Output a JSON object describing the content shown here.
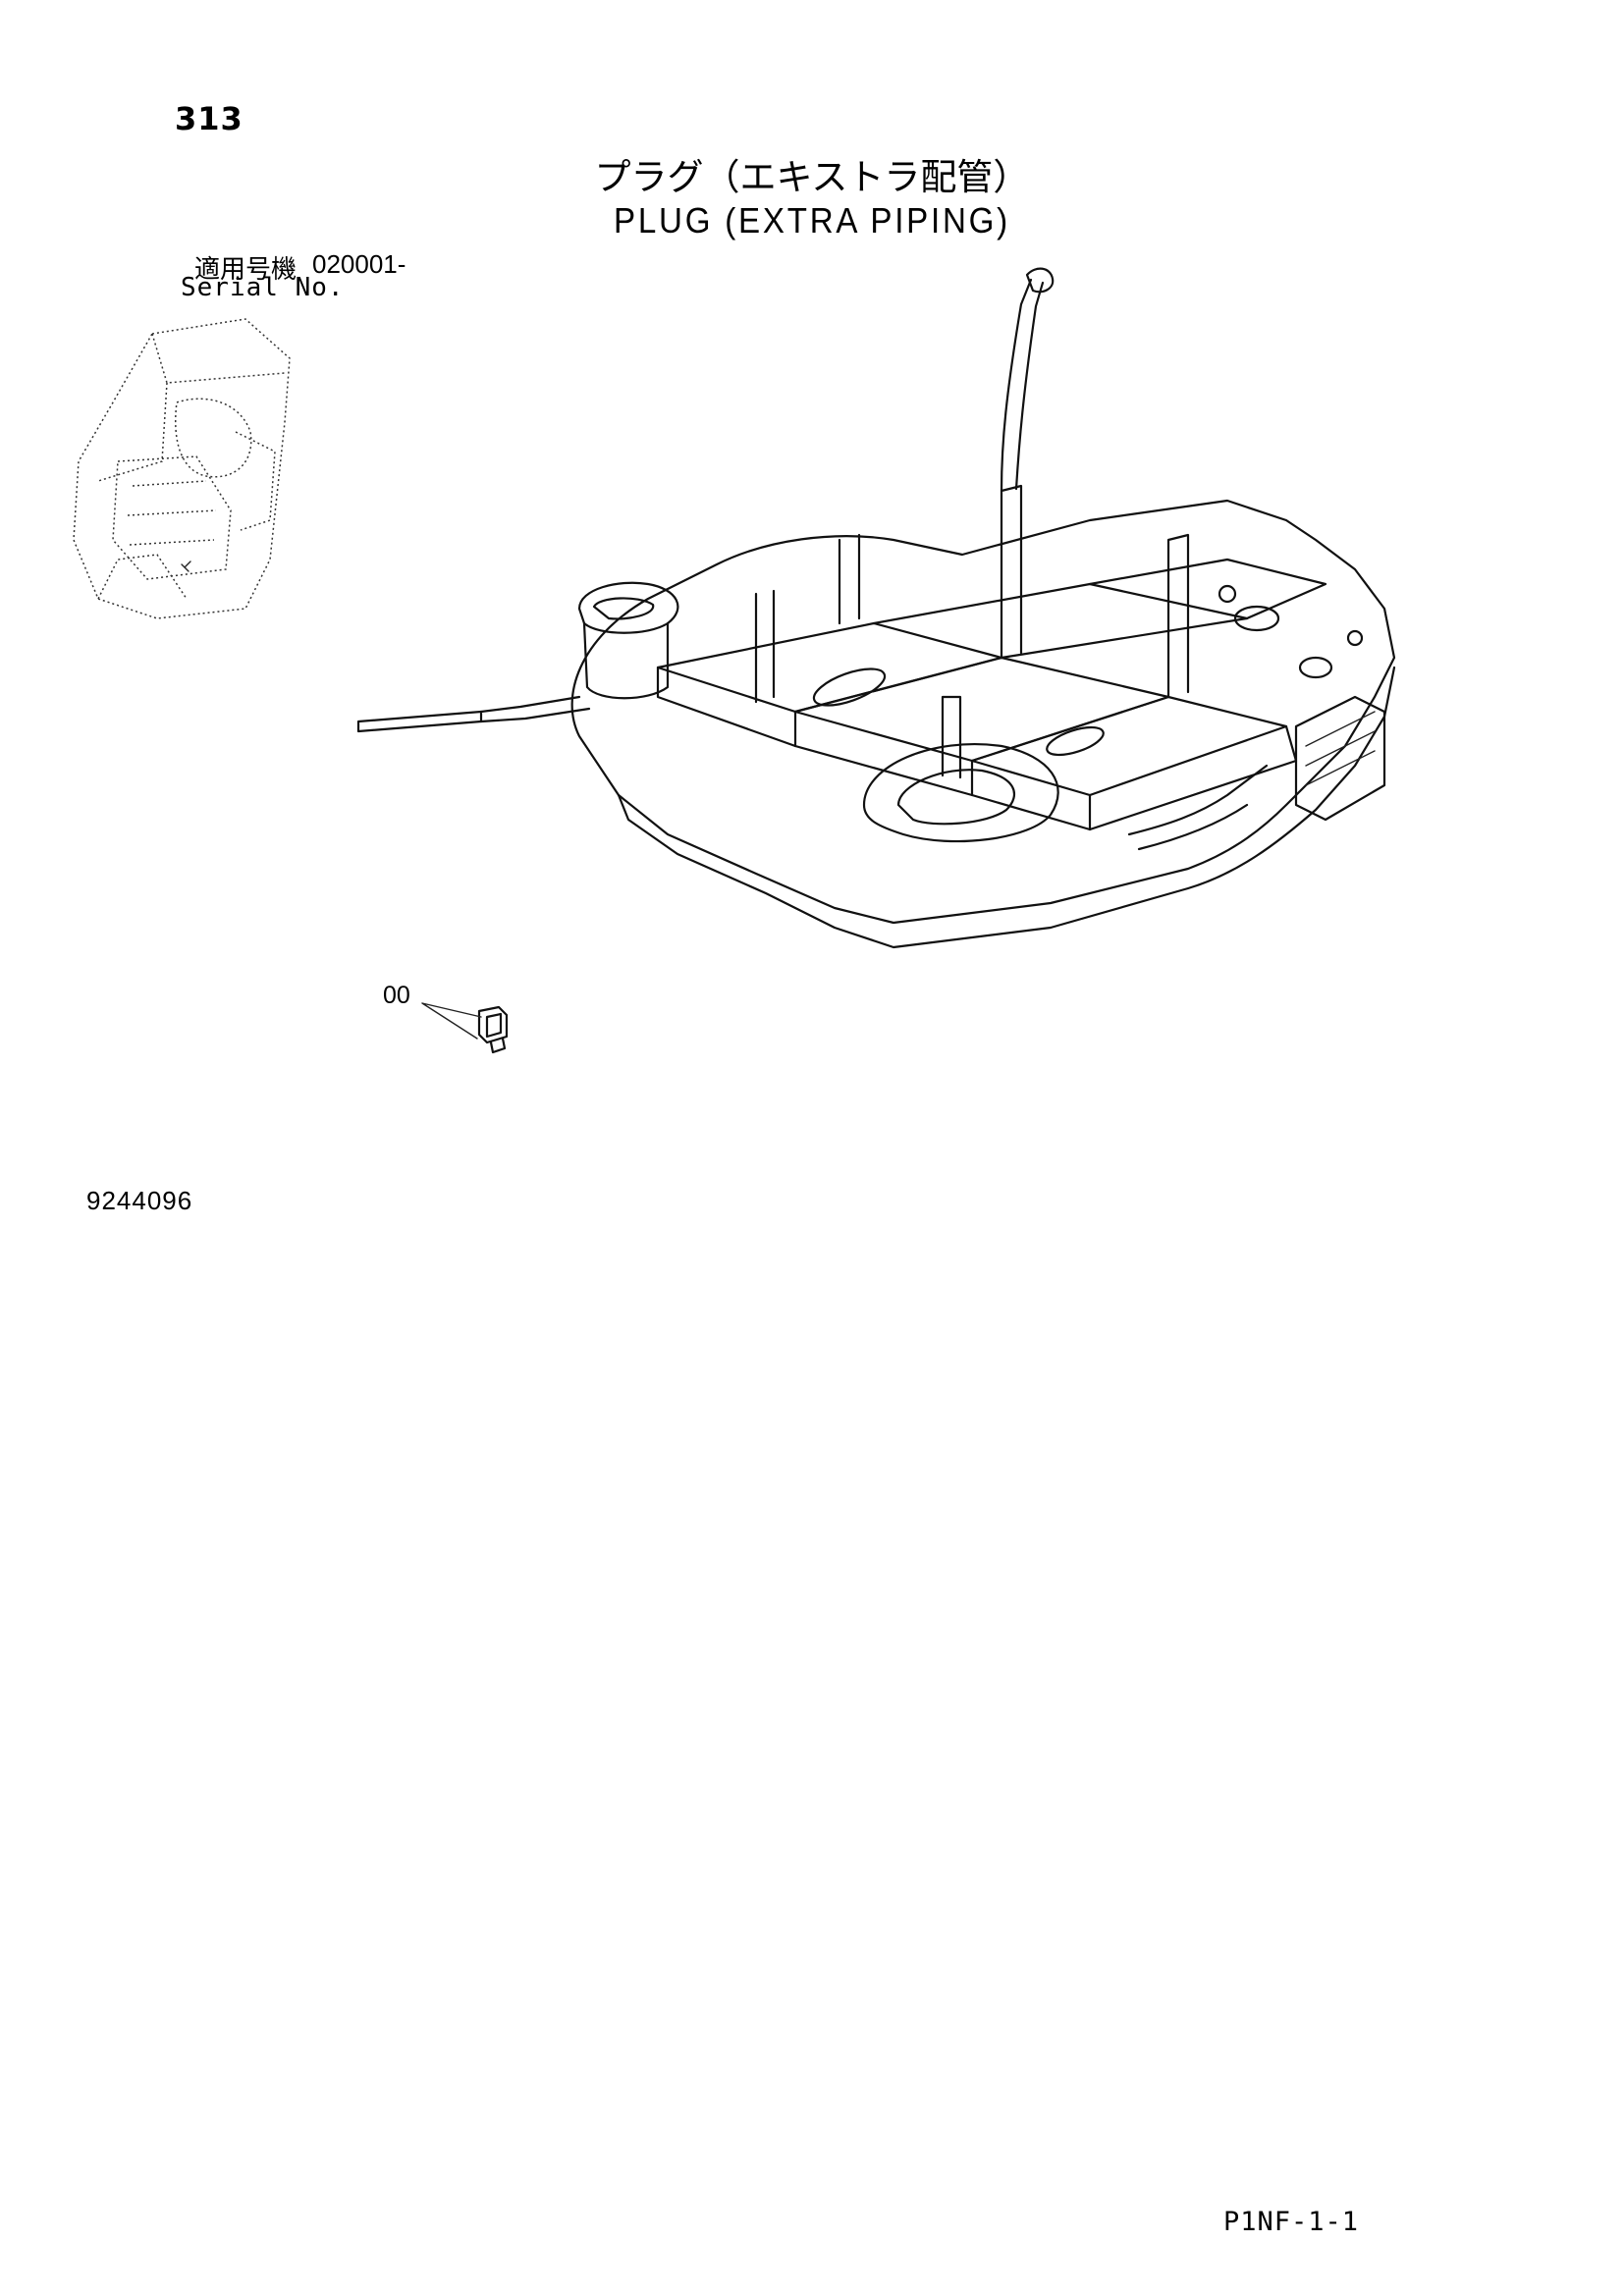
{
  "header": {
    "page_number": "313",
    "title_jp": "プラグ（エキストラ配管）",
    "title_en": "PLUG (EXTRA PIPING)",
    "serial_label_jp": "適用号機",
    "serial_value": "020001-",
    "serial_label_en": "Serial No."
  },
  "diagram": {
    "callouts": [
      "00"
    ],
    "drawing_number": "9244096"
  },
  "footer": {
    "code": "P1NF-1-1"
  }
}
